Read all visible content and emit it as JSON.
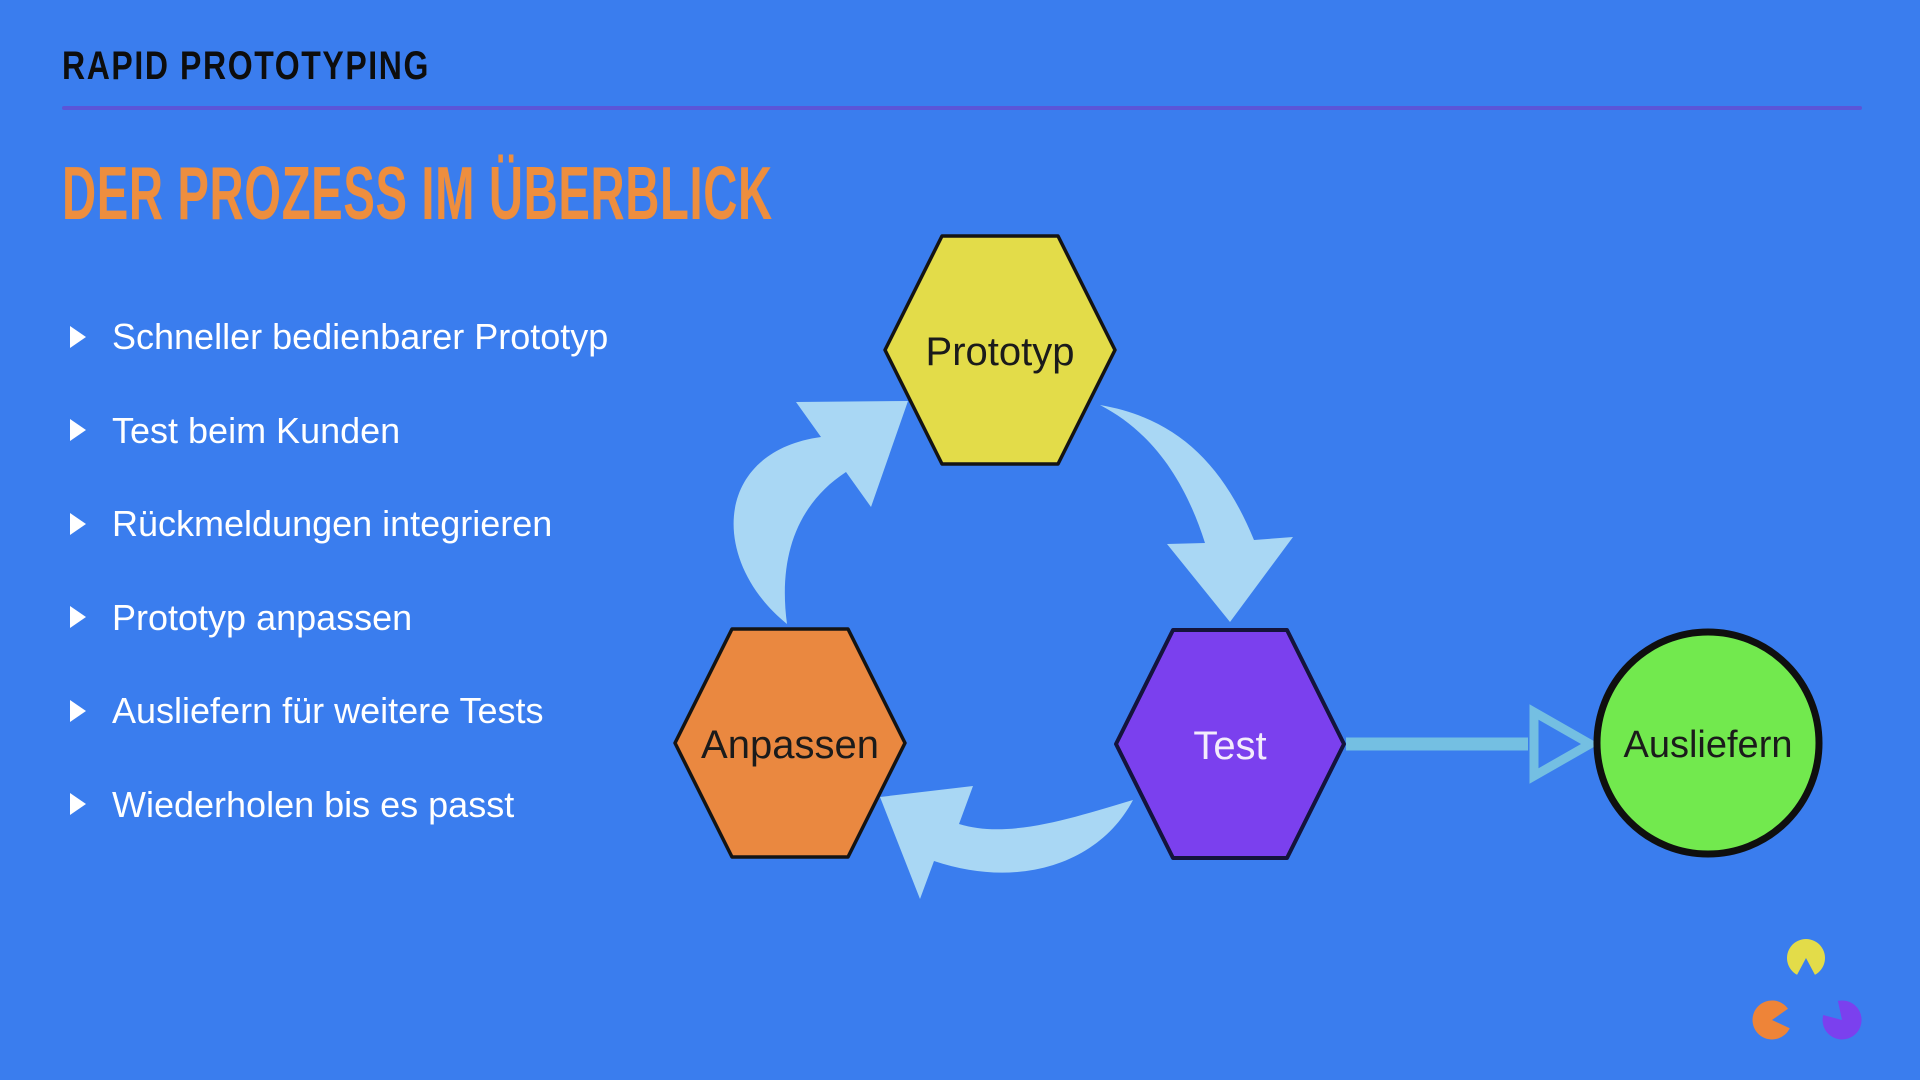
{
  "slide": {
    "eyebrow": "RAPID PROTOTYPING",
    "title": "DER PROZESS IM ÜBERBLICK",
    "bullets": [
      "Schneller bedienbarer Prototyp",
      "Test beim Kunden",
      "Rückmeldungen integrieren",
      "Prototyp anpassen",
      "Ausliefern für weitere Tests",
      "Wiederholen bis es passt"
    ],
    "colors": {
      "background": "#3a7dee",
      "eyebrow_text": "#0d0d0d",
      "divider": "#5b55d8",
      "title": "#ee8e3e",
      "bullet_text": "#ffffff",
      "arrow_soft": "#a9d7f4",
      "arrow_line": "#74bfe2"
    },
    "diagram": {
      "nodes": [
        {
          "label": "Prototyp",
          "shape": "hexagon",
          "fill": "#e3dc49",
          "text_color": "#1b1b1b"
        },
        {
          "label": "Anpassen",
          "shape": "hexagon",
          "fill": "#ea8840",
          "text_color": "#1b1b1b"
        },
        {
          "label": "Test",
          "shape": "hexagon",
          "fill": "#7b40ee",
          "text_color": "#f3ecfc"
        },
        {
          "label": "Ausliefern",
          "shape": "circle",
          "fill": "#72e94e",
          "text_color": "#1b1b1b"
        }
      ],
      "flows": [
        "Anpassen → Prototyp",
        "Prototyp → Test",
        "Test → Anpassen",
        "Test → Ausliefern"
      ]
    },
    "logo": {
      "shapes": [
        {
          "name": "yellow-pacman",
          "color": "#e3dc49"
        },
        {
          "name": "orange-pacman",
          "color": "#ee8438"
        },
        {
          "name": "purple-pacman",
          "color": "#7b40ee"
        }
      ]
    }
  }
}
